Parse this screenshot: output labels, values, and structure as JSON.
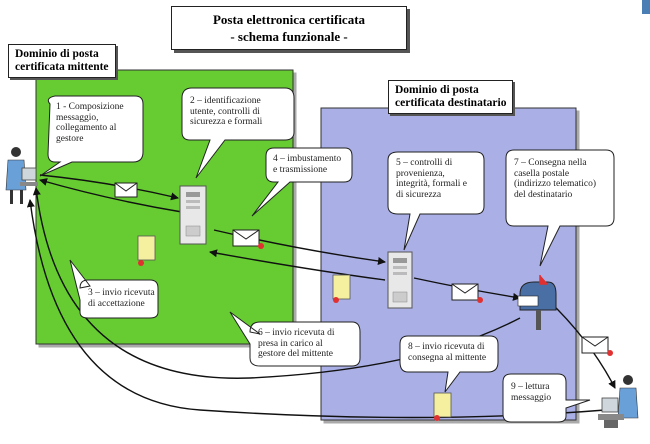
{
  "title": {
    "line1": "Posta elettronica certificata",
    "line2": "- schema funzionale -"
  },
  "domains": {
    "sender": {
      "line1": "Dominio di posta",
      "line2": "certificata mittente",
      "color": "#66cc33"
    },
    "recipient": {
      "line1": "Dominio di posta",
      "line2": "certificata destinatario",
      "color": "#aab0e6"
    }
  },
  "steps": {
    "s1": [
      "1 - Composizione",
      "messaggio,",
      "collegamento al",
      "gestore"
    ],
    "s2": [
      "2 – identificazione",
      "utente, controlli di",
      "sicurezza e formali"
    ],
    "s3": [
      "3 – invio ricevuta",
      "di accettazione"
    ],
    "s4": [
      "4 – imbustamento",
      "e trasmissione"
    ],
    "s5": [
      "5 – controlli di",
      "provenienza,",
      "integrità, formali e",
      "di sicurezza"
    ],
    "s6": [
      "6 – invio ricevuta di",
      "presa in carico al",
      "gestore del mittente"
    ],
    "s7": [
      "7 – Consegna nella",
      "casella postale",
      "(indirizzo telematico)",
      "del destinatario"
    ],
    "s8": [
      "8 – invio ricevuta di",
      "consegna al mittente"
    ],
    "s9": [
      "9 – lettura",
      "messaggio"
    ]
  },
  "icons": [
    "user-at-computer-icon",
    "server-icon",
    "envelope-icon",
    "certified-envelope-icon",
    "receipt-document-icon",
    "mailbox-icon"
  ],
  "colors": {
    "seal": "#e03030",
    "receipt": "#f5f0a0",
    "corner": "#4a7fb5"
  }
}
